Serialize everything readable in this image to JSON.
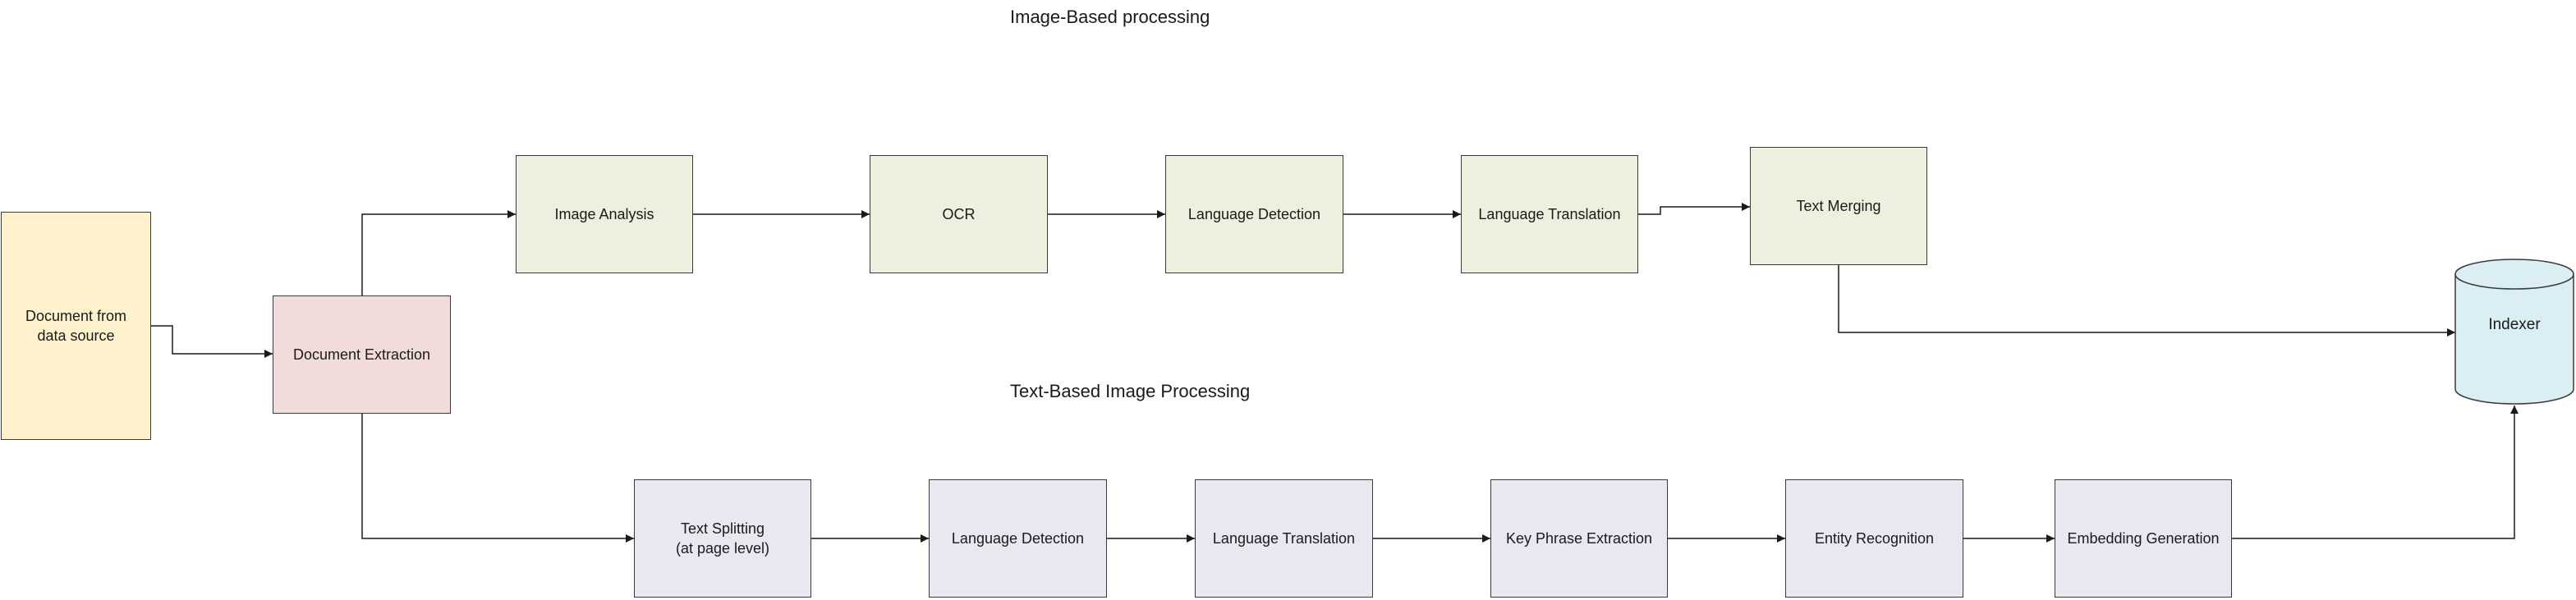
{
  "titles": {
    "image_based": "Image-Based processing",
    "text_based": "Text-Based Image Processing"
  },
  "nodes": {
    "source": "Document from\ndata source",
    "extraction": "Document Extraction",
    "image_analysis": "Image Analysis",
    "ocr": "OCR",
    "img_lang_detect": "Language Detection",
    "img_lang_translate": "Language Translation",
    "text_merging": "Text Merging",
    "text_splitting": "Text Splitting\n(at page level)",
    "txt_lang_detect": "Language Detection",
    "txt_lang_translate": "Language Translation",
    "key_phrase": "Key Phrase Extraction",
    "entity_recognition": "Entity Recognition",
    "embedding": "Embedding Generation",
    "indexer": "Indexer"
  },
  "colors": {
    "source": "#fff2cc",
    "extraction": "#f2dcdb",
    "image_path": "#ebf1de",
    "text_path": "#e9e7f0",
    "indexer": "#daeef3",
    "stroke": "#3a3a3a"
  }
}
